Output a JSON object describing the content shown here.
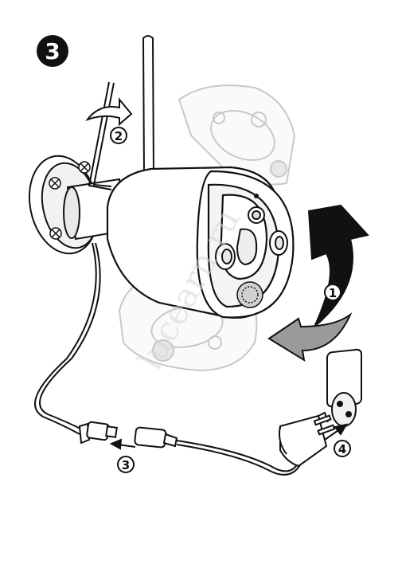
{
  "step": {
    "number": "3"
  },
  "callouts": [
    {
      "id": "tighten",
      "text": "2"
    },
    {
      "id": "rotate",
      "text": "1"
    },
    {
      "id": "connect-plug",
      "text": "3"
    },
    {
      "id": "plug-in-adapter",
      "text": "4"
    }
  ],
  "watermark": "lucearn.ru",
  "colors": {
    "ink": "#111111",
    "body": "#ffffff",
    "shade": "#dddddd",
    "ghost": "#c8c8c8",
    "arrow_dark": "#111111",
    "arrow_light": "#9a9a9a"
  }
}
